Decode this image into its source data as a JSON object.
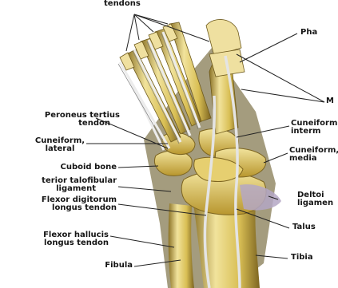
{
  "labels": {
    "top": "tendons",
    "phalanges": "Pha",
    "metatarsals": "M",
    "peroneus_line1": "Peroneus tertius",
    "peroneus_line2": "tendon",
    "cuneiform_intermediate_line1": "Cuneiform,",
    "cuneiform_intermediate_line2": "interm",
    "cuneiform_lateral_line1": "Cuneiform,",
    "cuneiform_lateral_line2": "lateral",
    "cuneiform_medial_line1": "Cuneiform,",
    "cuneiform_medial_line2": "media",
    "cuboid": "Cuboid bone",
    "talofibular_line1": "terior talofibular",
    "talofibular_line2": "ligament",
    "flexor_digitorum_line1": "Flexor digitorum",
    "flexor_digitorum_line2": "longus tendon",
    "deltoid_line1": "Deltoi",
    "deltoid_line2": "ligamen",
    "talus": "Talus",
    "flexor_hallucis_line1": "Flexor hallucis",
    "flexor_hallucis_line2": "longus tendon",
    "tibia": "Tibia",
    "fibula": "Fibula"
  },
  "colors": {
    "bone": "#d9bf55",
    "bone_light": "#f1e39c",
    "bone_shadow": "#8b7226",
    "tendon": "#e8e8e8",
    "ligament": "#b4a7c4",
    "leader": "#222222"
  }
}
